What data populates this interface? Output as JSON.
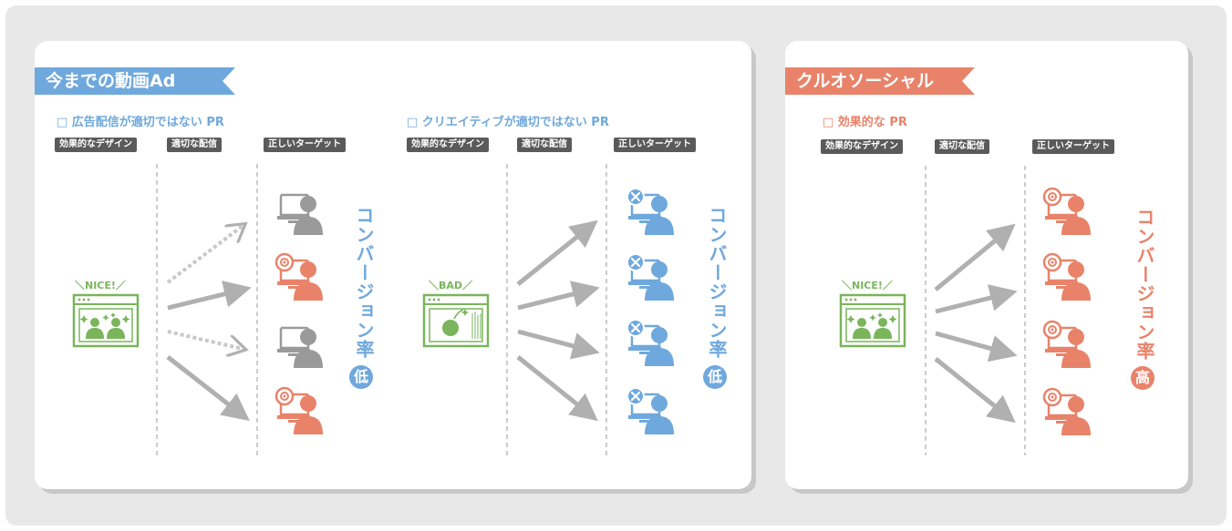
{
  "panels": [
    {
      "title": "今までの動画Ad",
      "color": "#6fa8dc",
      "sections": [
        {
          "subtitle": "□ 広告配信が適切ではない PR",
          "labels": [
            "効果的なデザイン",
            "適切な配信",
            "正しいターゲット"
          ],
          "creative_text": "＼NICE!／",
          "result_text": "コンバージョン率",
          "result_badge": "低"
        },
        {
          "subtitle": "□ クリエイティブが適切ではない PR",
          "labels": [
            "効果的なデザイン",
            "適切な配信",
            "正しいターゲット"
          ],
          "creative_text": "＼BAD／",
          "result_text": "コンバージョン率",
          "result_badge": "低"
        }
      ]
    },
    {
      "title": "クルオソーシャル",
      "color": "#e8836a",
      "sections": [
        {
          "subtitle": "□ 効果的な PR",
          "labels": [
            "効果的なデザイン",
            "適切な配信",
            "正しいターゲット"
          ],
          "creative_text": "＼NICE!／",
          "result_text": "コンバージョン率",
          "result_badge": "高"
        }
      ]
    }
  ],
  "colors": {
    "blue": "#6fa8dc",
    "orange": "#e8836a",
    "green": "#7ab55c",
    "gray_user": "#9a9a9a",
    "arrow": "#b0b0b0",
    "label_bg": "#5a5a5a"
  },
  "icons": {
    "creative": "browser-window-icon",
    "target_hit": "target-user-icon",
    "miss": "x-circle-icon",
    "neutral": "user-computer-icon",
    "bomb": "bomb-icon"
  }
}
